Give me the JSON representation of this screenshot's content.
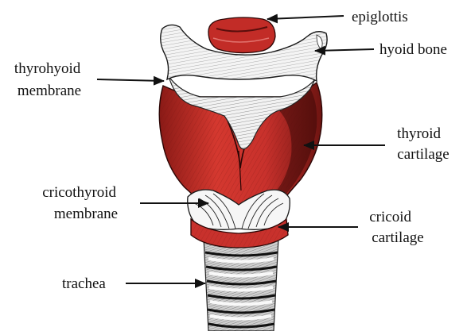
{
  "labels": {
    "epiglottis": "epiglottis",
    "hyoid_bone": "hyoid bone",
    "thyrohyoid_membrane": [
      "thyrohyoid",
      "membrane"
    ],
    "thyroid_cartilage": [
      "thyroid",
      "cartilage"
    ],
    "cricothyroid_membrane": [
      "cricothyroid",
      "membrane"
    ],
    "cricoid_cartilage": [
      "cricoid",
      "cartilage"
    ],
    "trachea": "trachea"
  },
  "colors": {
    "cartilage_red": "#c8312c",
    "cartilage_dark": "#6a1412",
    "bone_white": "#ededed",
    "ink": "#111111"
  }
}
